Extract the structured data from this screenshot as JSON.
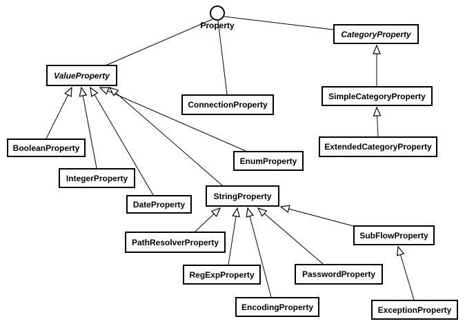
{
  "diagram": {
    "type": "uml-class-diagram",
    "background_color": "#ffffff",
    "line_color": "#000000",
    "box_fill_color": "#ffffff",
    "box_border_color": "#000000",
    "interface_notation": "lollipop-circle",
    "nodes": [
      {
        "id": "Property",
        "label": "Property",
        "kind": "interface",
        "abstract": false
      },
      {
        "id": "ValueProperty",
        "label": "ValueProperty",
        "kind": "class",
        "abstract": true
      },
      {
        "id": "CategoryProperty",
        "label": "CategoryProperty",
        "kind": "class",
        "abstract": true
      },
      {
        "id": "ConnectionProperty",
        "label": "ConnectionProperty",
        "kind": "class",
        "abstract": false
      },
      {
        "id": "SimpleCategoryProperty",
        "label": "SimpleCategoryProperty",
        "kind": "class",
        "abstract": false
      },
      {
        "id": "ExtendedCategoryProperty",
        "label": "ExtendedCategoryProperty",
        "kind": "class",
        "abstract": false
      },
      {
        "id": "BooleanProperty",
        "label": "BooleanProperty",
        "kind": "class",
        "abstract": false
      },
      {
        "id": "IntegerProperty",
        "label": "IntegerProperty",
        "kind": "class",
        "abstract": false
      },
      {
        "id": "DateProperty",
        "label": "DateProperty",
        "kind": "class",
        "abstract": false
      },
      {
        "id": "EnumProperty",
        "label": "EnumProperty",
        "kind": "class",
        "abstract": false
      },
      {
        "id": "StringProperty",
        "label": "StringProperty",
        "kind": "class",
        "abstract": false
      },
      {
        "id": "PathResolverProperty",
        "label": "PathResolverProperty",
        "kind": "class",
        "abstract": false
      },
      {
        "id": "RegExpProperty",
        "label": "RegExpProperty",
        "kind": "class",
        "abstract": false
      },
      {
        "id": "EncodingProperty",
        "label": "EncodingProperty",
        "kind": "class",
        "abstract": false
      },
      {
        "id": "PasswordProperty",
        "label": "PasswordProperty",
        "kind": "class",
        "abstract": false
      },
      {
        "id": "SubFlowProperty",
        "label": "SubFlowProperty",
        "kind": "class",
        "abstract": false
      },
      {
        "id": "ExceptionProperty",
        "label": "ExceptionProperty",
        "kind": "class",
        "abstract": false
      }
    ],
    "relationships": [
      {
        "child": "ValueProperty",
        "parent": "Property",
        "type": "interface-link"
      },
      {
        "child": "ConnectionProperty",
        "parent": "Property",
        "type": "interface-link"
      },
      {
        "child": "CategoryProperty",
        "parent": "Property",
        "type": "interface-link"
      },
      {
        "child": "BooleanProperty",
        "parent": "ValueProperty",
        "type": "generalization"
      },
      {
        "child": "IntegerProperty",
        "parent": "ValueProperty",
        "type": "generalization"
      },
      {
        "child": "DateProperty",
        "parent": "ValueProperty",
        "type": "generalization"
      },
      {
        "child": "EnumProperty",
        "parent": "ValueProperty",
        "type": "generalization"
      },
      {
        "child": "StringProperty",
        "parent": "ValueProperty",
        "type": "generalization"
      },
      {
        "child": "SimpleCategoryProperty",
        "parent": "CategoryProperty",
        "type": "generalization"
      },
      {
        "child": "ExtendedCategoryProperty",
        "parent": "SimpleCategoryProperty",
        "type": "generalization"
      },
      {
        "child": "PathResolverProperty",
        "parent": "StringProperty",
        "type": "generalization"
      },
      {
        "child": "RegExpProperty",
        "parent": "StringProperty",
        "type": "generalization"
      },
      {
        "child": "EncodingProperty",
        "parent": "StringProperty",
        "type": "generalization"
      },
      {
        "child": "PasswordProperty",
        "parent": "StringProperty",
        "type": "generalization"
      },
      {
        "child": "SubFlowProperty",
        "parent": "StringProperty",
        "type": "generalization"
      },
      {
        "child": "ExceptionProperty",
        "parent": "SubFlowProperty",
        "type": "generalization"
      }
    ]
  }
}
